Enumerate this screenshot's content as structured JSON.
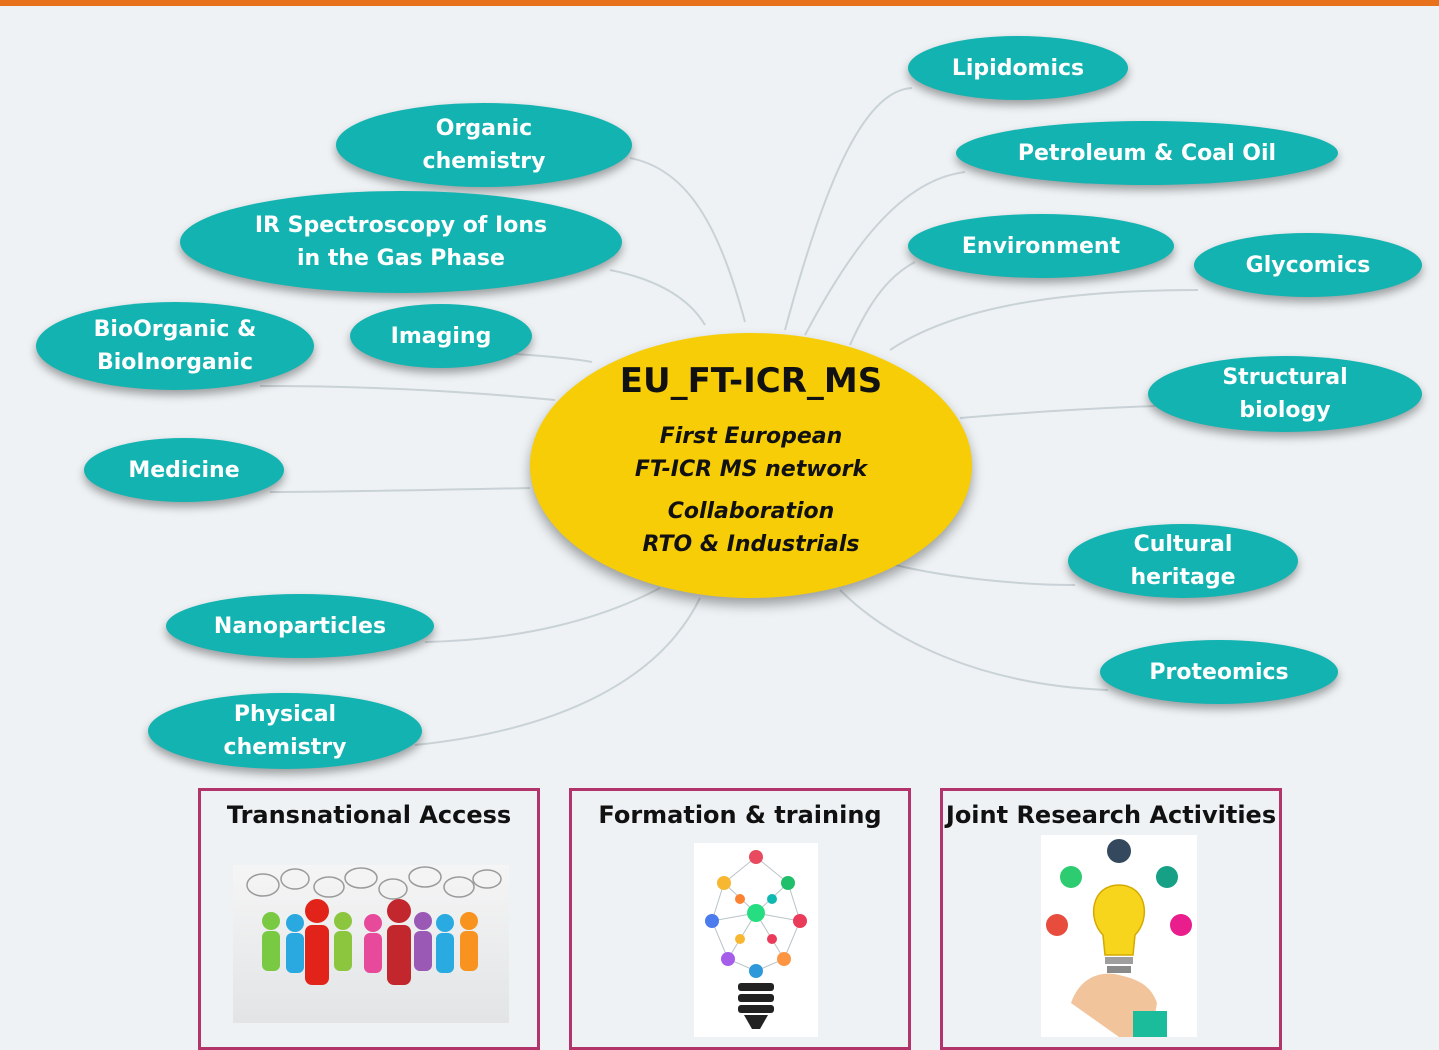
{
  "center": {
    "title": "EU_FT-ICR_MS",
    "line1": "First European\nFT-ICR MS network",
    "line2": "Collaboration\nRTO & Industrials"
  },
  "nodes": [
    {
      "id": "lipidomics",
      "label": "Lipidomics"
    },
    {
      "id": "organic-chemistry",
      "label": "Organic\nchemistry"
    },
    {
      "id": "petroleum",
      "label": "Petroleum & Coal Oil"
    },
    {
      "id": "ir-spectroscopy",
      "label": "IR Spectroscopy of Ions\nin the Gas Phase"
    },
    {
      "id": "environment",
      "label": "Environment"
    },
    {
      "id": "glycomics",
      "label": "Glycomics"
    },
    {
      "id": "bioorganic",
      "label": "BioOrganic &\nBioInorganic"
    },
    {
      "id": "imaging",
      "label": "Imaging"
    },
    {
      "id": "structural-biology",
      "label": "Structural\nbiology"
    },
    {
      "id": "medicine",
      "label": "Medicine"
    },
    {
      "id": "cultural-heritage",
      "label": "Cultural\nheritage"
    },
    {
      "id": "nanoparticles",
      "label": "Nanoparticles"
    },
    {
      "id": "proteomics",
      "label": "Proteomics"
    },
    {
      "id": "physical-chemistry",
      "label": "Physical\nchemistry"
    }
  ],
  "panels": [
    {
      "id": "transnational-access",
      "title": "Transnational Access"
    },
    {
      "id": "formation-training",
      "title": "Formation & training"
    },
    {
      "id": "joint-research",
      "title": "Joint Research Activities"
    }
  ],
  "colors": {
    "node": "#13b3b1",
    "center": "#f6cd06",
    "panel_border": "#b3336b",
    "top_bar": "#e8721c",
    "background": "#eef2f4"
  }
}
